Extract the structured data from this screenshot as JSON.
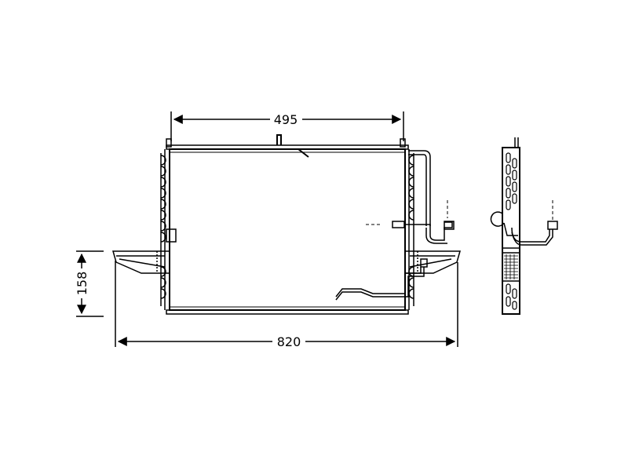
{
  "dimensions": {
    "width_label": "495",
    "overall_width_label": "820",
    "height_label": "158"
  },
  "colors": {
    "line": "#000000",
    "background": "#ffffff"
  }
}
